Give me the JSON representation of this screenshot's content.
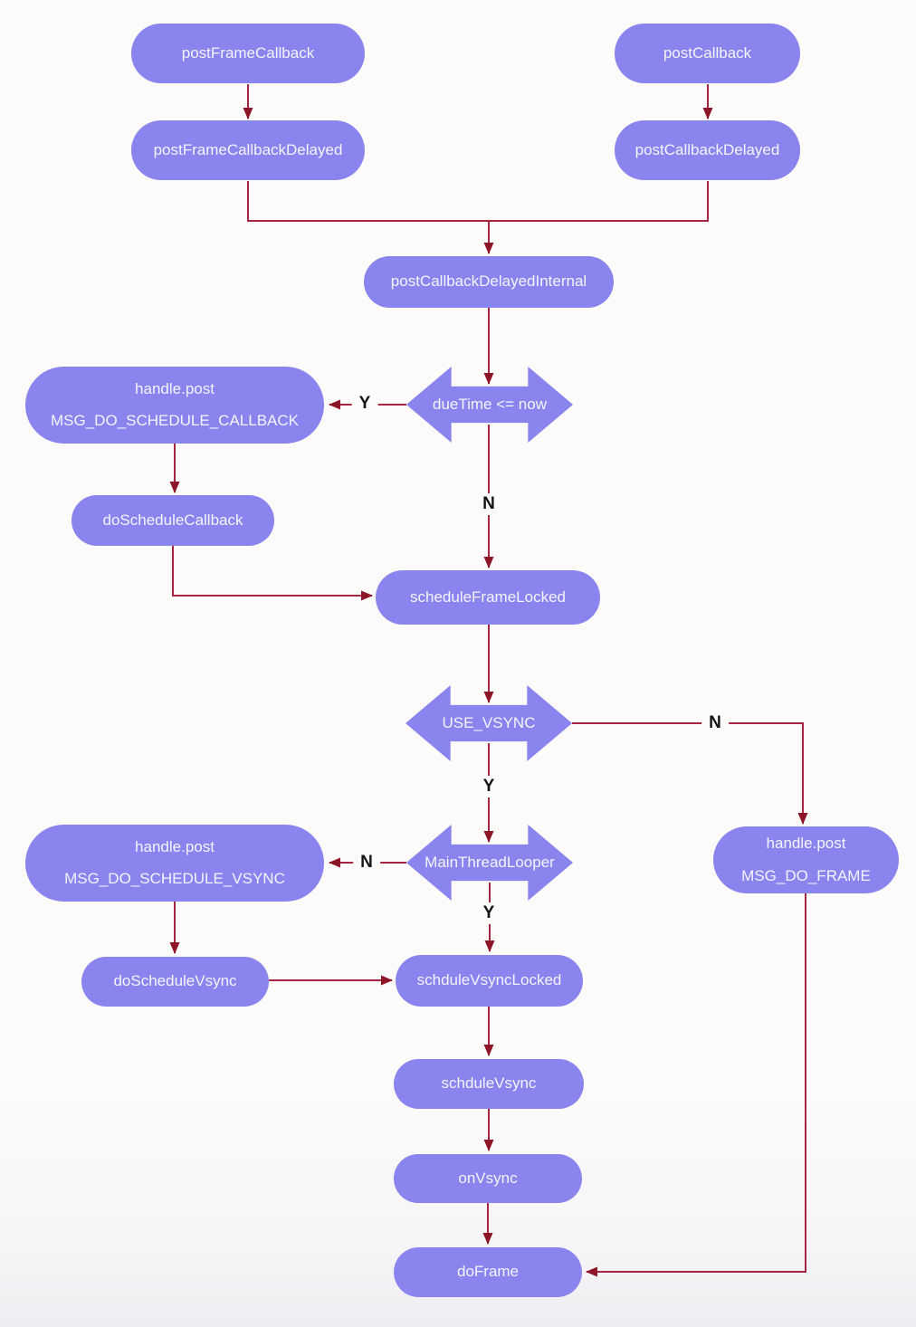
{
  "colors": {
    "node_fill": "#8a84ee",
    "node_text": "#f5f4fc",
    "edge_color": "#a62540",
    "arrowhead": "#8c1528",
    "label_text": "#141414",
    "background": "#fdfafa"
  },
  "nodes": {
    "post_frame_callback": "postFrameCallback",
    "post_callback": "postCallback",
    "post_frame_callback_delayed": "postFrameCallbackDelayed",
    "post_callback_delayed": "postCallbackDelayed",
    "post_callback_delayed_internal": "postCallbackDelayedInternal",
    "handle_post_schedule_callback": {
      "line1": "handle.post",
      "line2": "MSG_DO_SCHEDULE_CALLBACK"
    },
    "do_schedule_callback": "doScheduleCallback",
    "schedule_frame_locked": "scheduleFrameLocked",
    "handle_post_schedule_vsync": {
      "line1": "handle.post",
      "line2": "MSG_DO_SCHEDULE_VSYNC"
    },
    "handle_post_do_frame": {
      "line1": "handle.post",
      "line2": "MSG_DO_FRAME"
    },
    "do_schedule_vsync": "doScheduleVsync",
    "schdule_vsync_locked": "schduleVsyncLocked",
    "schdule_vsync": "schduleVsync",
    "on_vsync": "onVsync",
    "do_frame": "doFrame"
  },
  "decisions": {
    "due_time": "dueTime <= now",
    "use_vsync": "USE_VSYNC",
    "main_thread_looper": "MainThreadLooper"
  },
  "edge_labels": {
    "due_time_yes": "Y",
    "due_time_no": "N",
    "use_vsync_no": "N",
    "use_vsync_yes": "Y",
    "main_thread_looper_no": "N",
    "main_thread_looper_yes": "Y"
  }
}
